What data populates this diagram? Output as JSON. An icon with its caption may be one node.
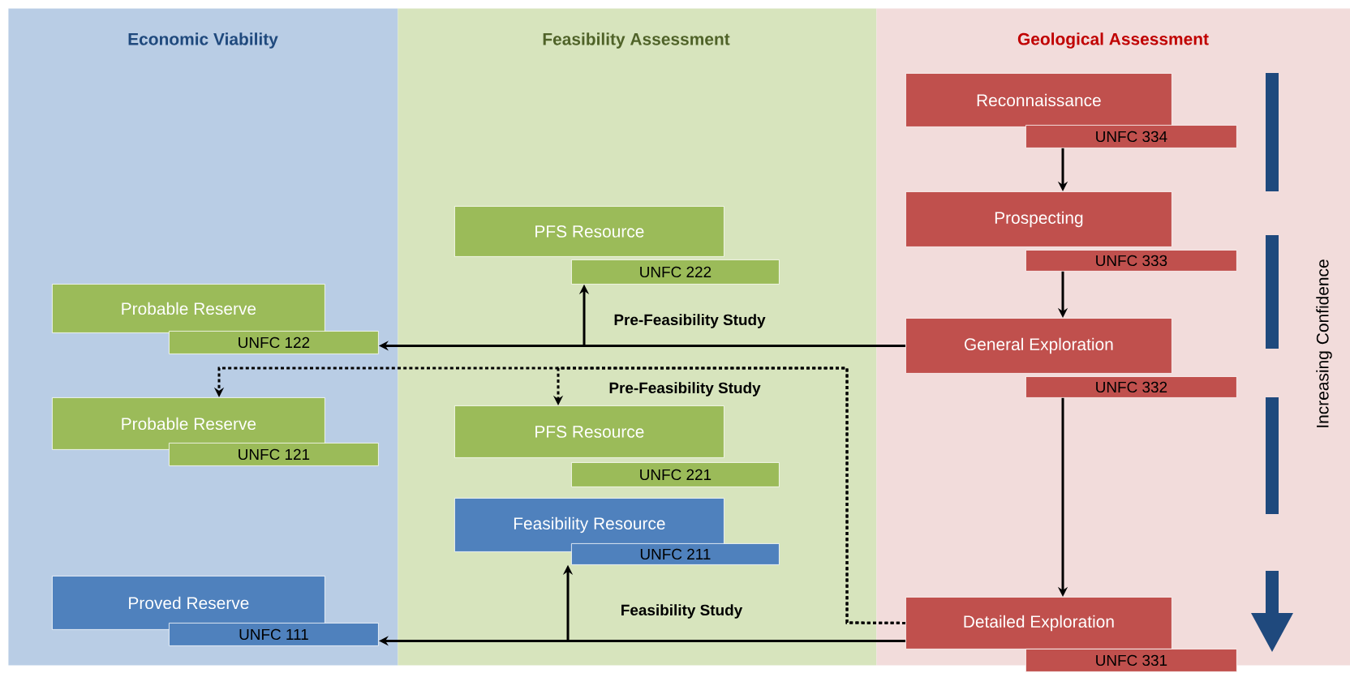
{
  "diagram": {
    "nodes": [
      {
        "text": [
          "Economic Viability"
        ]
      },
      {
        "text": [
          "Feasibility Assessment"
        ]
      },
      {
        "text": [
          "Geological Assessment"
        ]
      },
      {
        "text": [
          "PFS Resource",
          "UNFC 222"
        ],
        "in": 1
      },
      {
        "text": [
          "Probable Reserve",
          "UNFC 122"
        ],
        "in": 0
      },
      {
        "text": [
          "Probable Reserve",
          "UNFC 121"
        ],
        "in": 0
      },
      {
        "text": [
          "PFS Resource",
          "UNFC 221"
        ],
        "in": 1
      },
      {
        "text": [
          "Feasibility Resource",
          "UNFC 211"
        ],
        "in": 1
      },
      {
        "text": [
          "Proved Reserve",
          "UNFC 111"
        ],
        "in": 0
      },
      {
        "text": [
          "Reconnaissance",
          "UNFC 334"
        ],
        "in": 2
      },
      {
        "text": [
          "Prospecting",
          "UNFC 333"
        ],
        "in": 2
      },
      {
        "text": [
          "General Exploration",
          "UNFC 332"
        ],
        "in": 2
      },
      {
        "text": [
          "Detailed Exploration",
          "UNFC 331"
        ],
        "in": 2
      }
    ],
    "edges": [
      {
        "from": 9,
        "to": 10,
        "arrow": "to"
      },
      {
        "from": 10,
        "to": 11,
        "arrow": "to"
      },
      {
        "from": 11,
        "to": 12,
        "arrow": "to"
      },
      {
        "from": 11,
        "to": 4,
        "arrow": "to"
      },
      {
        "from": 11,
        "to": 3,
        "arrow": "to",
        "label": "Pre-Feasibility Study"
      },
      {
        "from": 12,
        "to": 5,
        "arrow": "to",
        "style": "dashed"
      },
      {
        "from": 12,
        "to": 6,
        "arrow": "to",
        "style": "dashed",
        "label": "Pre-Feasibility Study"
      },
      {
        "from": 12,
        "to": 8,
        "arrow": "to"
      },
      {
        "from": 12,
        "to": 7,
        "arrow": "to",
        "label": "Feasibility Study"
      }
    ],
    "labels": [
      "Increasing Confidence"
    ]
  }
}
